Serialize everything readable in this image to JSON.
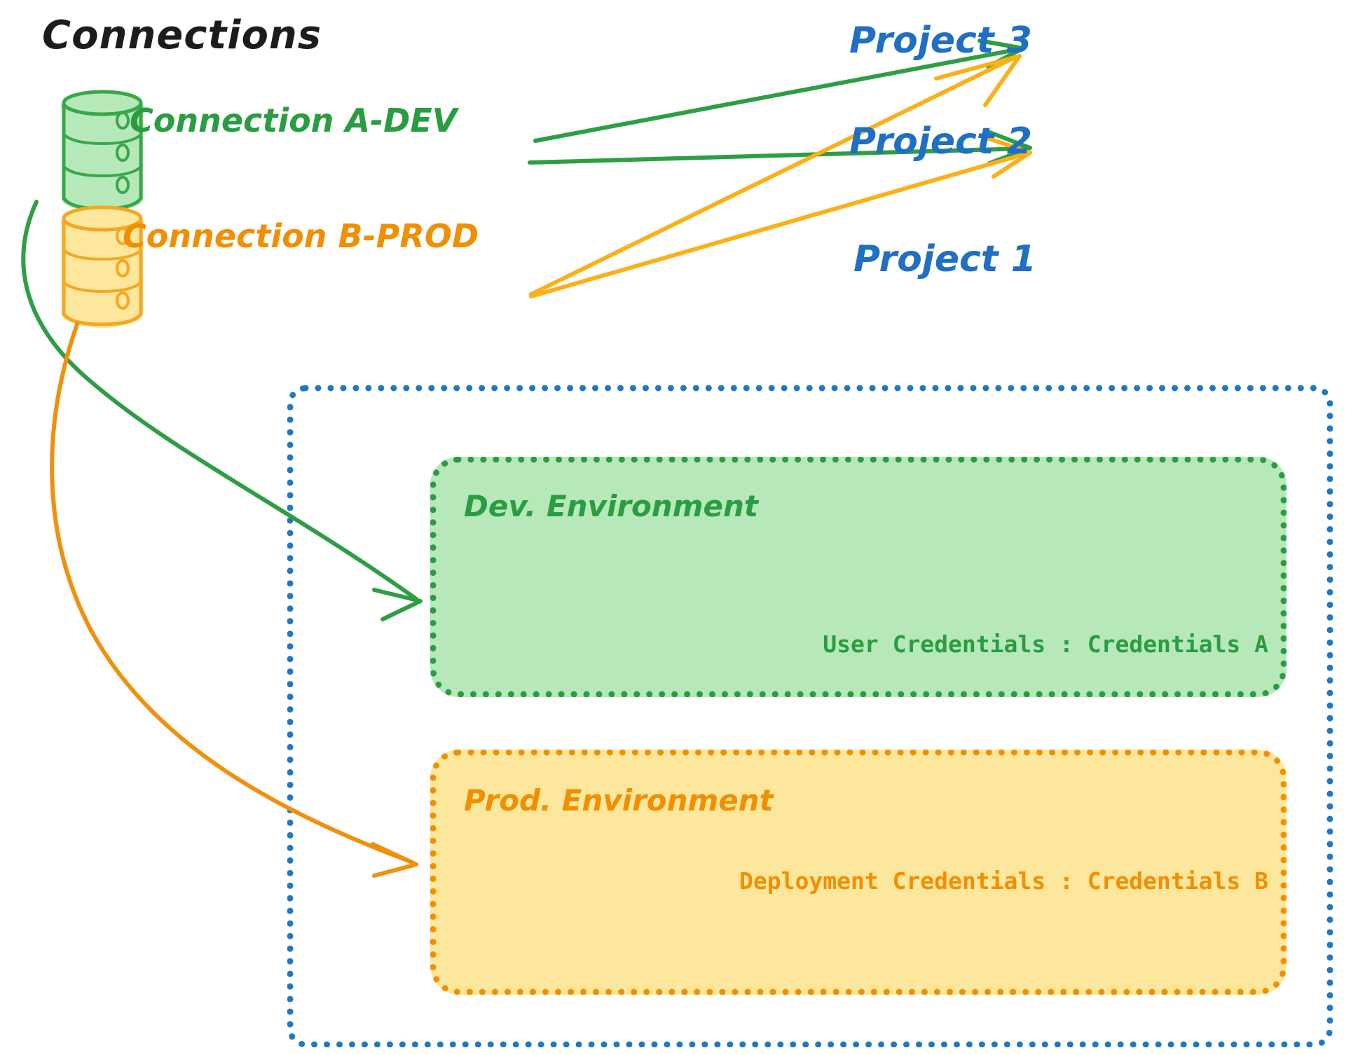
{
  "diagram": {
    "title": "Connections",
    "type": "architecture-diagram",
    "background_color": "#ffffff",
    "colors": {
      "green_stroke": "#2a9c41",
      "green_fill": "#b6e8b9",
      "orange_stroke": "#f18f01",
      "orange_fill": "#fce79c",
      "blue_stroke": "#1f78c1",
      "blue_text": "#1f6fc4",
      "title_text": "#1c1c1c",
      "arrow_green": "#2e9e44",
      "arrow_orange": "#fcb018"
    }
  },
  "connections": {
    "section_title": "Connections",
    "items": [
      {
        "id": "conn-a-dev",
        "label": "Connection A-DEV",
        "icon": "database-cylinder-icon",
        "color": "#2a9c41"
      },
      {
        "id": "conn-b-prod",
        "label": "Connection B-PROD",
        "icon": "database-cylinder-icon",
        "color": "#f18f01"
      }
    ]
  },
  "projects": [
    {
      "id": "project-3",
      "label": "Project 3"
    },
    {
      "id": "project-2",
      "label": "Project 2"
    },
    {
      "id": "project-1",
      "label": "Project 1"
    }
  ],
  "project1": {
    "label": "Project 1",
    "environments": [
      {
        "id": "dev-environment",
        "title": "Dev. Environment",
        "credential_label": "User Credentials : Credentials A",
        "color": "#2a9c41",
        "fill": "#b6e8b9"
      },
      {
        "id": "prod-environment",
        "title": "Prod. Environment",
        "credential_label": "Deployment Credentials : Credentials B",
        "color": "#f18f01",
        "fill": "#fce79c"
      }
    ]
  },
  "edges": [
    {
      "id": "a-dev-to-project-3",
      "from": "Connection A-DEV",
      "to": "Project 3",
      "color": "#2e9e44"
    },
    {
      "id": "a-dev-to-project-2",
      "from": "Connection A-DEV",
      "to": "Project 2",
      "color": "#2e9e44"
    },
    {
      "id": "a-dev-to-dev-environment",
      "from": "Connection A-DEV",
      "to": "Dev. Environment",
      "color": "#2e9e44"
    },
    {
      "id": "b-prod-to-project-3",
      "from": "Connection B-PROD",
      "to": "Project 3",
      "color": "#fcb018"
    },
    {
      "id": "b-prod-to-project-2",
      "from": "Connection B-PROD",
      "to": "Project 2",
      "color": "#fcb018"
    },
    {
      "id": "b-prod-to-prod-environment",
      "from": "Connection B-PROD",
      "to": "Prod. Environment",
      "color": "#f18f01"
    }
  ]
}
